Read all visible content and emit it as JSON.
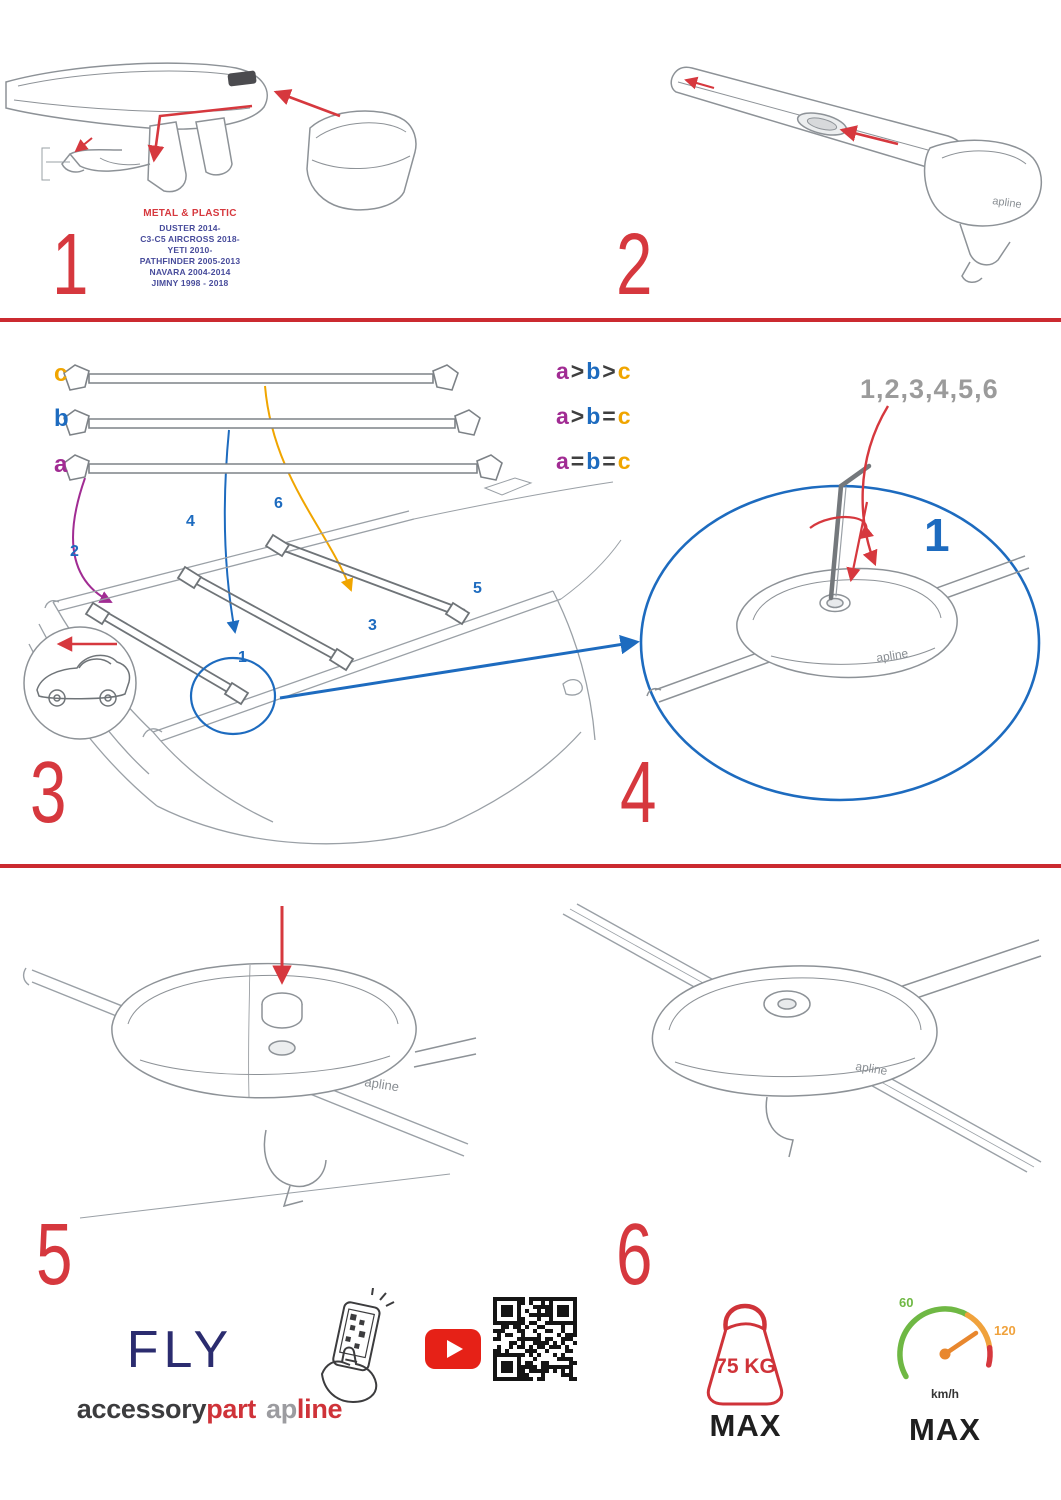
{
  "colors": {
    "red": "#d6383e",
    "blue": "#1d6bbf",
    "purple": "#a12c93",
    "orange": "#f0a500",
    "navy": "#2b2c6f",
    "gray": "#9b9b9b",
    "brand_red": "#cf3339",
    "brand_dark": "#3c3c3e"
  },
  "steps": {
    "n1": "1",
    "n2": "2",
    "n3": "3",
    "n4": "4",
    "n5": "5",
    "n6": "6"
  },
  "panel1": {
    "material": "METAL & PLASTIC",
    "models": [
      "DUSTER 2014-",
      "C3-C5 AIRCROSS 2018-",
      "YETI 2010-",
      "PATHFINDER 2005-2013",
      "NAVARA 2004-2014",
      "JIMNY 1998 - 2018"
    ]
  },
  "assembly": {
    "bar_labels": {
      "c": "c",
      "b": "b",
      "a": "a"
    },
    "formula1": {
      "p1": "a",
      "o1": ">",
      "p2": "b",
      "o2": ">",
      "p3": "c"
    },
    "formula2": {
      "p1": "a",
      "o1": ">",
      "p2": "b",
      "o2": "=",
      "p3": "c"
    },
    "formula3": {
      "p1": "a",
      "o1": "=",
      "p2": "b",
      "o2": "=",
      "p3": "c"
    },
    "roof_positions": {
      "p1": "1",
      "p2": "2",
      "p3": "3",
      "p4": "4",
      "p5": "5",
      "p6": "6"
    },
    "torque_sequence": "1,2,3,4,5,6",
    "sequence_first": "1"
  },
  "branding": {
    "model": "FLY",
    "brand_part1": "accessory",
    "brand_part2": "part",
    "logo_part1": "ap",
    "logo_part2": "line",
    "product_logo": "apline"
  },
  "limits": {
    "weight_value": "75 KG",
    "weight_max": "MAX",
    "speed_low": "60",
    "speed_high": "120",
    "speed_unit": "km/h",
    "speed_max": "MAX"
  }
}
